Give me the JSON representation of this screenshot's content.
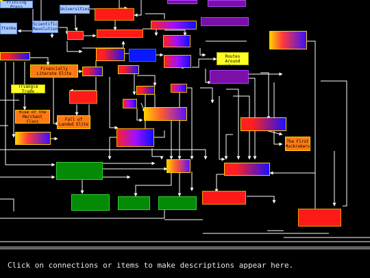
{
  "diagram": {
    "nodes": [
      {
        "id": "printing-press",
        "label": "Printing Press",
        "style": "lblue"
      },
      {
        "id": "universities",
        "label": "Universities",
        "style": "lblue"
      },
      {
        "id": "scientific-revolution",
        "label": "Scientific Revolution",
        "style": "lblue"
      },
      {
        "id": "wittenberg",
        "label": "Wittenberg",
        "style": "lblue"
      },
      {
        "id": "node-a",
        "label": "",
        "style": "g1"
      },
      {
        "id": "node-b",
        "label": "",
        "style": "red"
      },
      {
        "id": "node-c",
        "label": "",
        "style": "red"
      },
      {
        "id": "node-d",
        "label": "",
        "style": "red"
      },
      {
        "id": "node-e",
        "label": "",
        "style": "g3"
      },
      {
        "id": "node-f",
        "label": "",
        "style": "g1"
      },
      {
        "id": "node-g",
        "label": "",
        "style": "blue"
      },
      {
        "id": "node-h",
        "label": "",
        "style": "g3"
      },
      {
        "id": "node-i",
        "label": "",
        "style": "g3"
      },
      {
        "id": "node-j",
        "label": "",
        "style": "g1"
      },
      {
        "id": "node-k",
        "label": "",
        "style": "g1"
      },
      {
        "id": "node-l",
        "label": "",
        "style": "g1"
      },
      {
        "id": "node-m",
        "label": "",
        "style": "g3"
      },
      {
        "id": "node-n",
        "label": "",
        "style": "g3"
      },
      {
        "id": "node-o",
        "label": "",
        "style": "purple"
      },
      {
        "id": "node-p",
        "label": "",
        "style": "purple"
      },
      {
        "id": "node-q",
        "label": "",
        "style": "purple"
      },
      {
        "id": "node-r",
        "label": "",
        "style": "purple"
      },
      {
        "id": "node-s",
        "label": "",
        "style": "red"
      },
      {
        "id": "node-t",
        "label": "",
        "style": "g2"
      },
      {
        "id": "node-u",
        "label": "",
        "style": "g2"
      },
      {
        "id": "node-v",
        "label": "",
        "style": "g4"
      },
      {
        "id": "node-w",
        "label": "",
        "style": "g3"
      },
      {
        "id": "node-x",
        "label": "",
        "style": "g1"
      },
      {
        "id": "node-y",
        "label": "",
        "style": "g1"
      },
      {
        "id": "node-z",
        "label": "",
        "style": "red"
      },
      {
        "id": "node-aa",
        "label": "",
        "style": "g4"
      },
      {
        "id": "node-bb",
        "label": "",
        "style": "green"
      },
      {
        "id": "node-cc",
        "label": "",
        "style": "green"
      },
      {
        "id": "node-dd",
        "label": "",
        "style": "green"
      },
      {
        "id": "node-ee",
        "label": "",
        "style": "green"
      },
      {
        "id": "node-ff",
        "label": "",
        "style": "red"
      },
      {
        "id": "node-gg",
        "label": "",
        "style": "orange"
      },
      {
        "id": "trade-routes",
        "label": "Trade Routes Around Africa",
        "style": "yellow"
      },
      {
        "id": "financially-literate",
        "label": "Financially Literate Elite",
        "style": "orange"
      },
      {
        "id": "triangle-trade",
        "label": "Triangle Trade",
        "style": "yellow"
      },
      {
        "id": "merchant-class",
        "label": "Rise of the Merchant Class",
        "style": "orange"
      },
      {
        "id": "landed-elite",
        "label": "Fall of Landed Elite",
        "style": "orange"
      },
      {
        "id": "first-muckrakers",
        "label": "The First Muckrakers",
        "style": "orange"
      }
    ]
  },
  "status_text": "Click on connections or items to make descriptions appear here."
}
